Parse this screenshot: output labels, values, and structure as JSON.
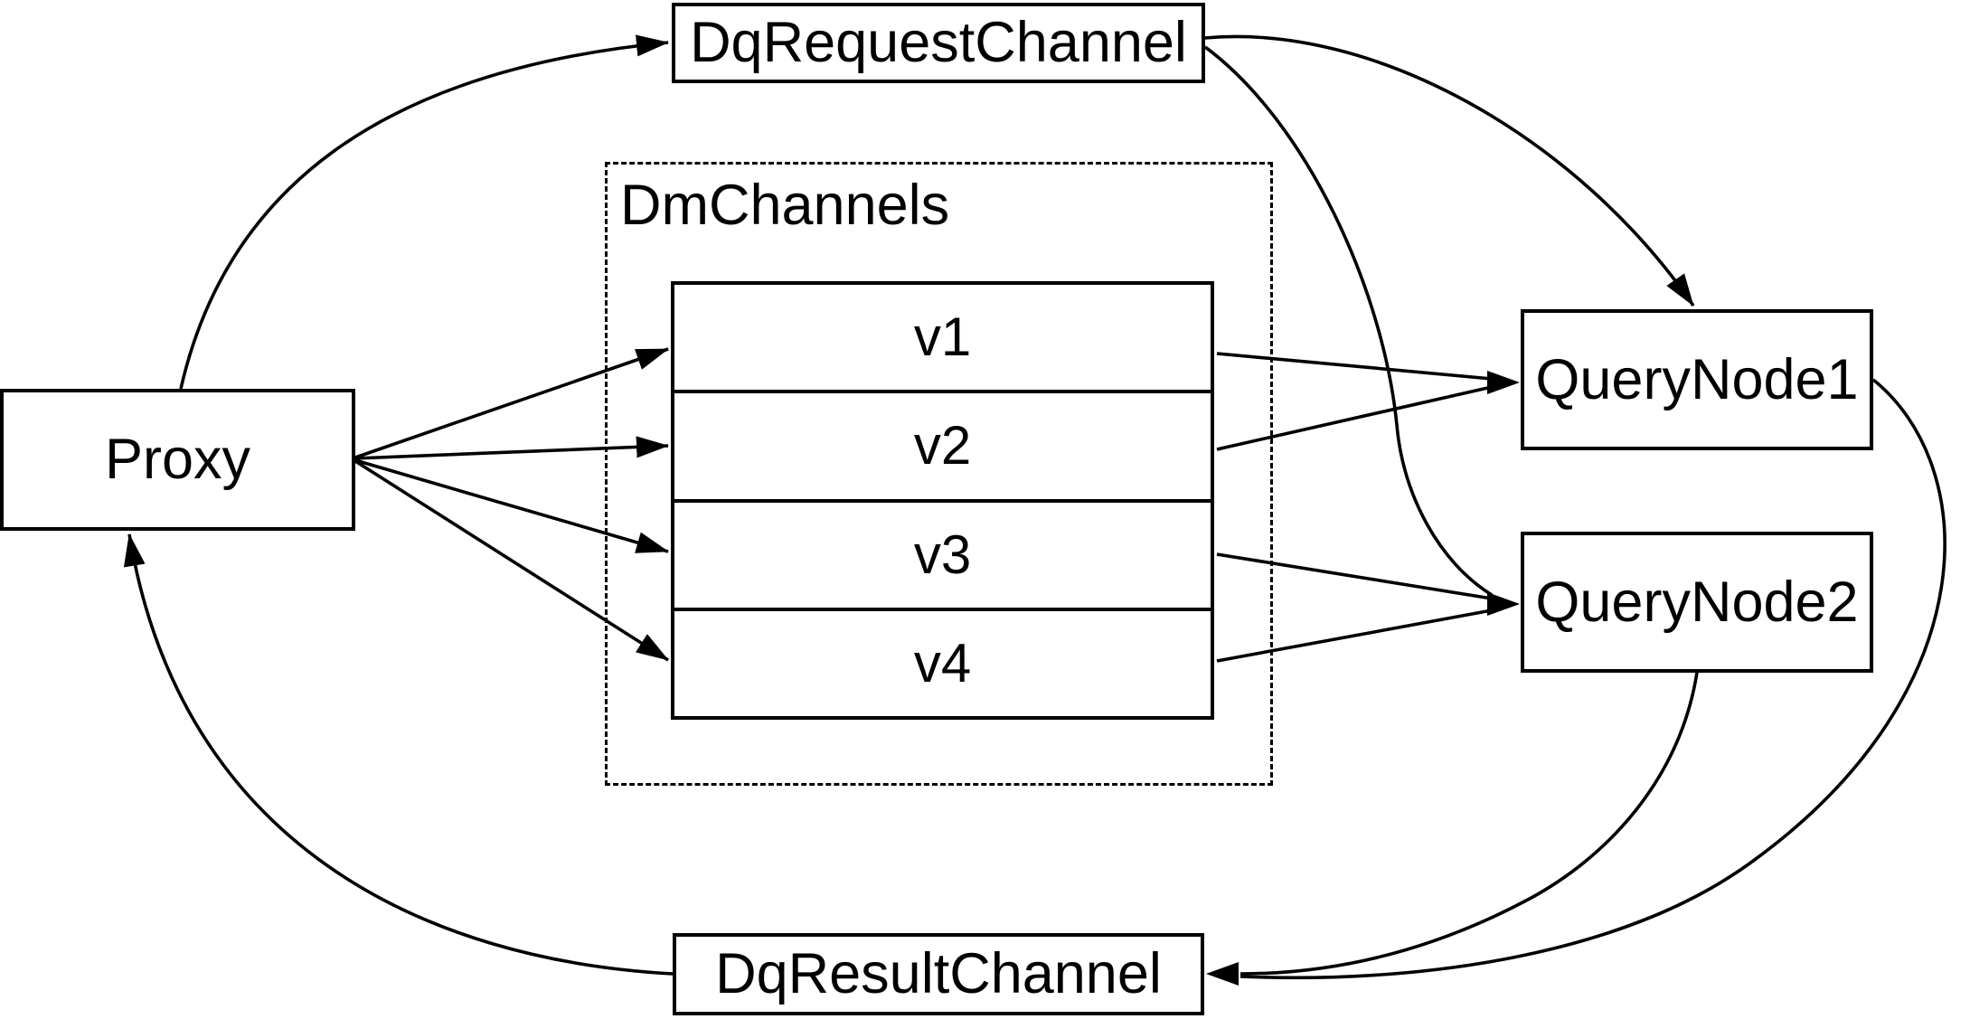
{
  "diagram": {
    "type": "flow-diagram",
    "background_color": "#ffffff",
    "line_color": "#000000",
    "nodes": {
      "proxy": {
        "label": "Proxy"
      },
      "dq_request_channel": {
        "label": "DqRequestChannel"
      },
      "dm_channels": {
        "label": "DmChannels",
        "rows": [
          "v1",
          "v2",
          "v3",
          "v4"
        ]
      },
      "query_node_1": {
        "label": "QueryNode1"
      },
      "query_node_2": {
        "label": "QueryNode2"
      },
      "dq_result_channel": {
        "label": "DqResultChannel"
      }
    },
    "edges": [
      {
        "from": "Proxy",
        "to": "DqRequestChannel"
      },
      {
        "from": "DqRequestChannel",
        "to": "QueryNode1"
      },
      {
        "from": "DqRequestChannel",
        "to": "QueryNode2"
      },
      {
        "from": "Proxy",
        "to": "v1"
      },
      {
        "from": "Proxy",
        "to": "v2"
      },
      {
        "from": "Proxy",
        "to": "v3"
      },
      {
        "from": "Proxy",
        "to": "v4"
      },
      {
        "from": "v1",
        "to": "QueryNode1"
      },
      {
        "from": "v2",
        "to": "QueryNode1"
      },
      {
        "from": "v3",
        "to": "QueryNode2"
      },
      {
        "from": "v4",
        "to": "QueryNode2"
      },
      {
        "from": "QueryNode1",
        "to": "DqResultChannel"
      },
      {
        "from": "QueryNode2",
        "to": "DqResultChannel"
      },
      {
        "from": "DqResultChannel",
        "to": "Proxy"
      }
    ]
  }
}
